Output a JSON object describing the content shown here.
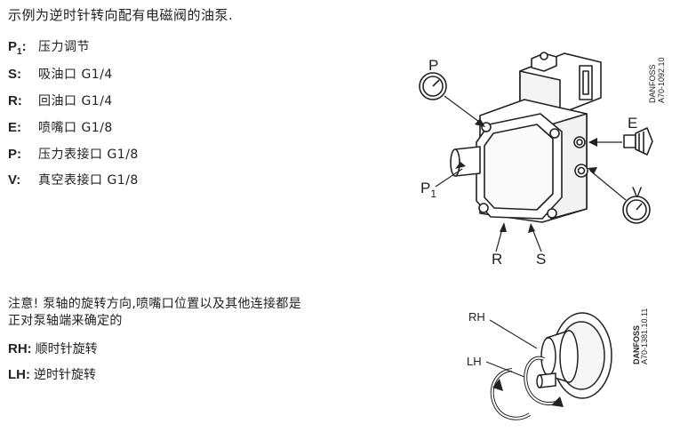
{
  "intro": "示例为逆时针转向配有电磁阀的油泵.",
  "legend": [
    {
      "key": "P",
      "sub": "1",
      "sep": ":",
      "text": "压力调节"
    },
    {
      "key": "S",
      "sub": "",
      "sep": ":",
      "text": "吸油口 G1/4"
    },
    {
      "key": "R",
      "sub": "",
      "sep": ":",
      "text": "回油口 G1/4"
    },
    {
      "key": "E",
      "sub": "",
      "sep": ":",
      "text": "喷嘴口 G1/8"
    },
    {
      "key": "P",
      "sub": "",
      "sep": ":",
      "text": "压力表接口 G1/8"
    },
    {
      "key": "V",
      "sub": "",
      "sep": ":",
      "text": "真空表接口 G1/8"
    }
  ],
  "note": {
    "line1": "注意! 泵轴的旋转方向,喷嘴口位置以及其他连接都是",
    "line2": "正对泵轴端来确定的"
  },
  "rotation": [
    {
      "key": "RH:",
      "text": "顺时针旋转"
    },
    {
      "key": "LH:",
      "text": "逆时针旋转"
    }
  ],
  "figure1": {
    "labels": {
      "p_gauge": "P",
      "p1_main": "P",
      "p1_sub": "1",
      "e": "E",
      "v": "V",
      "r": "R",
      "s": "S"
    },
    "code_line1": "DANFOSS",
    "code_line2": "A70-1092.10"
  },
  "figure2": {
    "labels": {
      "rh": "RH",
      "lh": "LH"
    },
    "code_line1": "DANFOSS",
    "code_line2": "A70-1381.10.11"
  }
}
